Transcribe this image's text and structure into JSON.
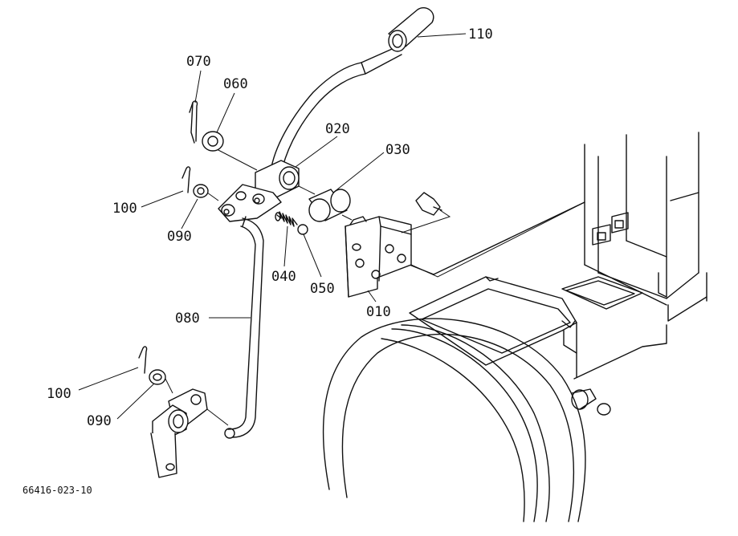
{
  "diagram": {
    "caption": "66416-023-10",
    "parts": {
      "p110": "110",
      "p070": "070",
      "p060": "060",
      "p020": "020",
      "p030": "030",
      "p100a": "100",
      "p090a": "090",
      "p040": "040",
      "p050": "050",
      "p010": "010",
      "p080": "080",
      "p100b": "100",
      "p090b": "090"
    }
  }
}
